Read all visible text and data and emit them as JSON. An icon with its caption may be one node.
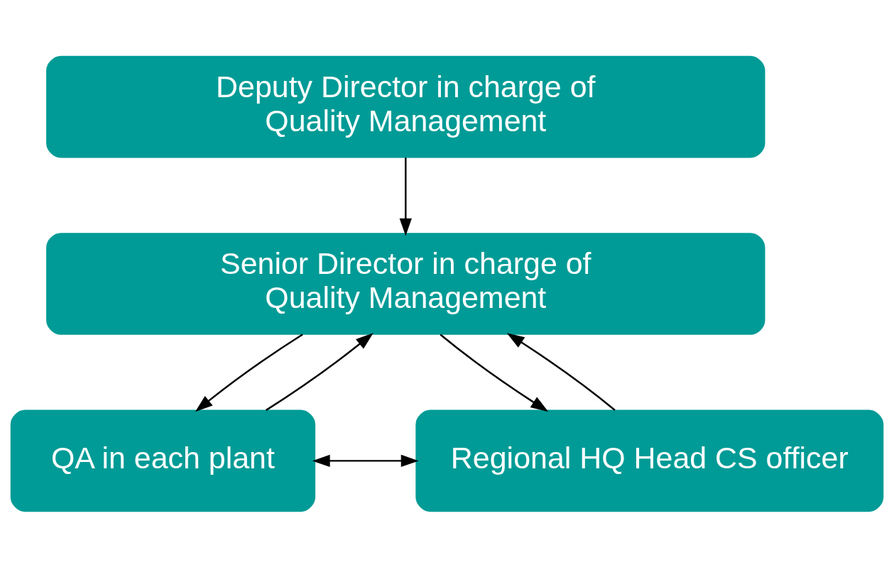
{
  "diagram": {
    "nodes": [
      {
        "text": [
          "Deputy Director in charge of Quality Management"
        ]
      },
      {
        "text": [
          "Senior Director in charge of Quality Management"
        ]
      },
      {
        "text": [
          "QA in each plant"
        ]
      },
      {
        "text": [
          "Regional HQ Head CS officer"
        ]
      }
    ],
    "edges": [
      {
        "from": 0,
        "to": 1,
        "arrow": "to"
      },
      {
        "from": 1,
        "to": 2,
        "arrow": "to"
      },
      {
        "from": 2,
        "to": 1,
        "arrow": "to"
      },
      {
        "from": 1,
        "to": 3,
        "arrow": "to"
      },
      {
        "from": 3,
        "to": 1,
        "arrow": "to"
      },
      {
        "from": 2,
        "to": 3,
        "arrow": "both"
      }
    ]
  }
}
